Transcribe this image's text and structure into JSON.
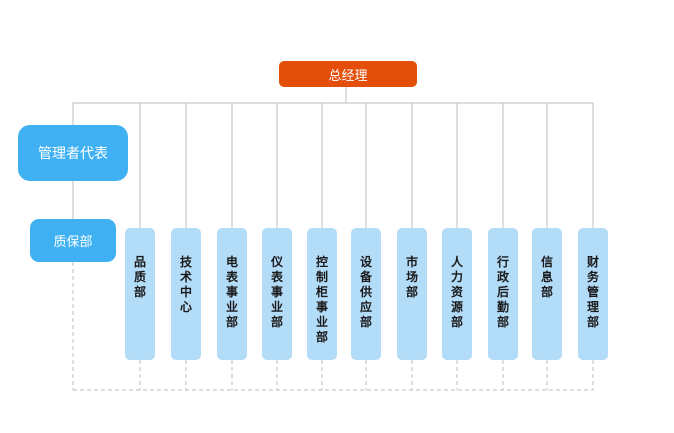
{
  "org": {
    "ceo": "总经理",
    "management_rep": "管理者代表",
    "qa": "质保部",
    "departments": [
      "品质部",
      "技术中心",
      "电表事业部",
      "仪表事业部",
      "控制柜事业部",
      "设备供应部",
      "市场部",
      "人力资源部",
      "行政后勤部",
      "信息部",
      "财务管理部"
    ]
  },
  "colors": {
    "ceo_fill": "#e44e0b",
    "rep_fill": "#3fb0f2",
    "dept_fill": "#b3dcf9",
    "line": "#bdbdbd"
  }
}
